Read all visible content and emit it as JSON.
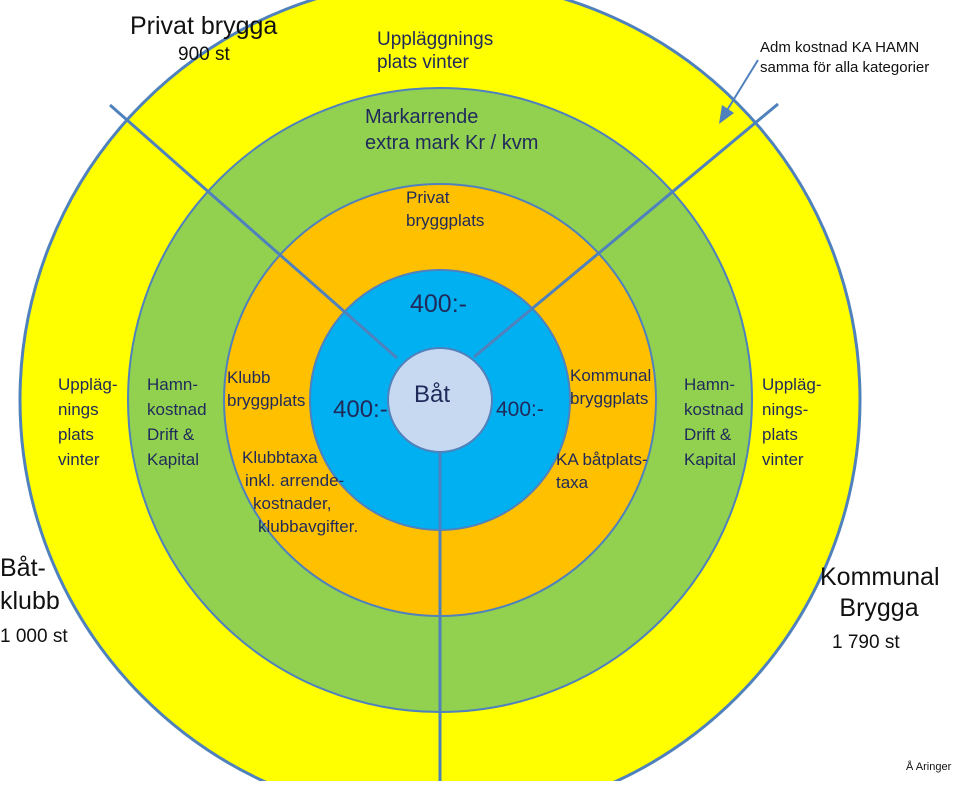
{
  "colors": {
    "outer_ring": "#ffff00",
    "middle_ring": "#92d050",
    "inner_ring": "#ffc000",
    "core": "#00b0f0",
    "center": "#c6d9f1",
    "divider": "#4f81bd"
  },
  "corners": {
    "privat_brygga": {
      "title": "Privat brygga",
      "count": "900 st"
    },
    "batklubb": {
      "title": [
        "Båt-",
        "klubb"
      ],
      "count": "1 000 st"
    },
    "kommunal_brygga": {
      "title": [
        "Kommunal",
        "Brygga"
      ],
      "count": "1 790 st"
    },
    "adm_note": [
      "Adm kostnad KA HAMN",
      "samma för alla kategorier"
    ],
    "author": "Å Aringer"
  },
  "outer_ring": {
    "top": [
      "Uppläggnings",
      "plats vinter"
    ],
    "left": [
      "Uppläg-",
      "nings",
      "plats",
      "vinter"
    ],
    "right": [
      "Uppläg-",
      "nings-",
      "plats",
      "vinter"
    ]
  },
  "middle_ring": {
    "top": [
      "Markarrende",
      "extra mark Kr / kvm"
    ],
    "left": [
      "Hamn-",
      "kostnad",
      "Drift &",
      "Kapital"
    ],
    "right": [
      "Hamn-",
      "kostnad",
      "Drift &",
      "Kapital"
    ]
  },
  "inner_ring": {
    "top": [
      "Privat",
      "bryggplats"
    ],
    "left": [
      "Klubb",
      "bryggplats"
    ],
    "left_fee": [
      "Klubbtaxa",
      "inkl. arrende-",
      "kostnader,",
      "klubbavgifter."
    ],
    "right": [
      "Kommunal",
      "bryggplats"
    ],
    "right_fee": [
      "KA båtplats-",
      "taxa"
    ]
  },
  "core": {
    "top_price": "400:-",
    "left_price": "400:-",
    "right_price": "400:-"
  },
  "center": {
    "label": "Båt"
  }
}
